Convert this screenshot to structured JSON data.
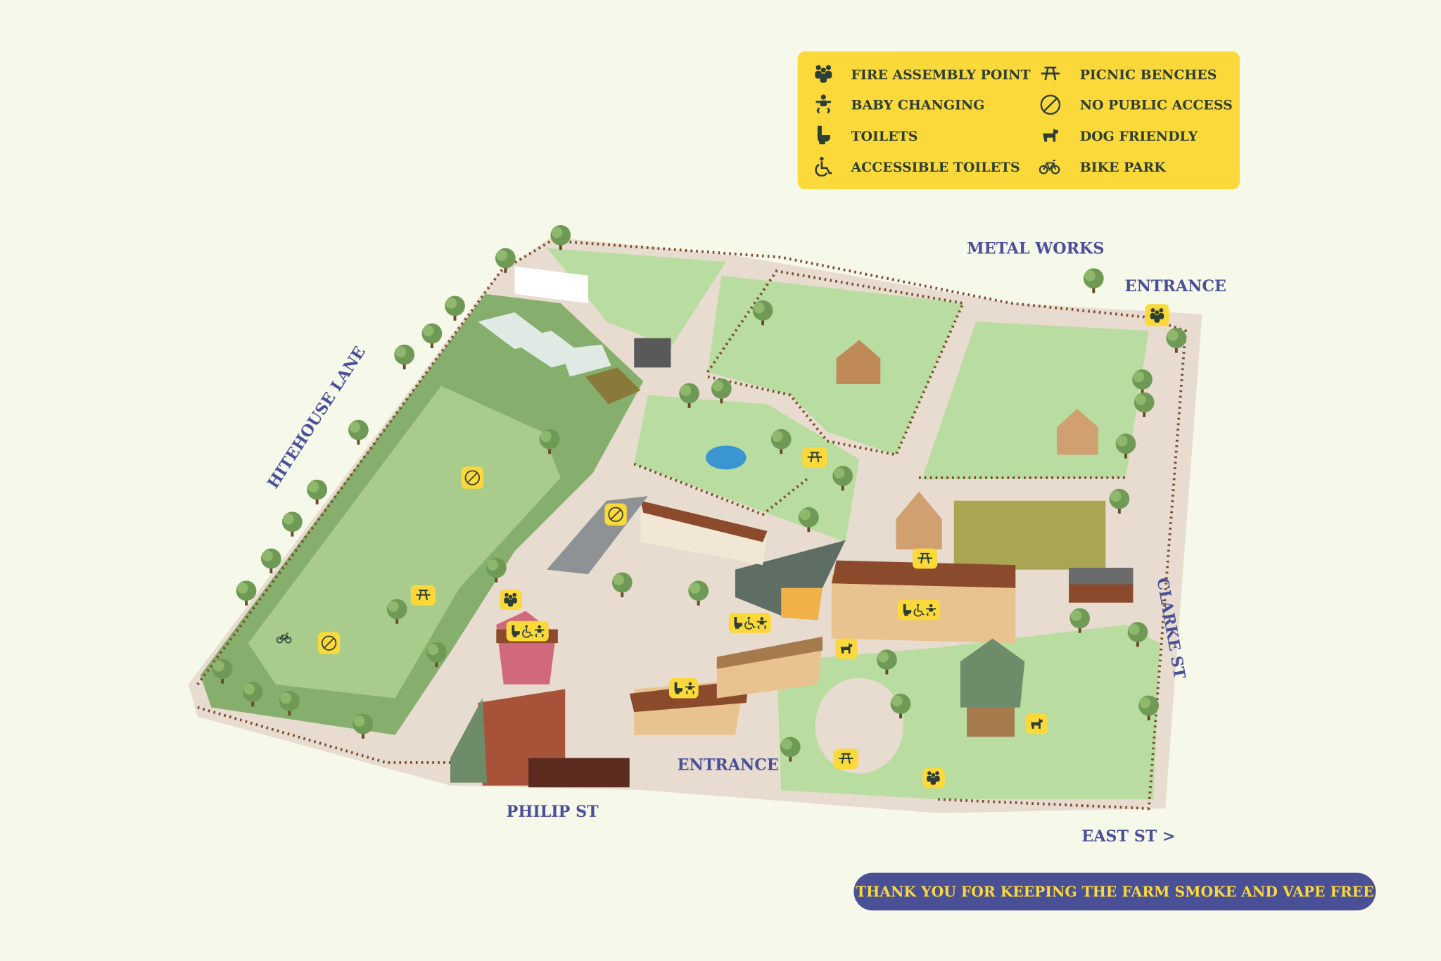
{
  "legend": {
    "items": [
      {
        "icon": "fire-assembly-icon",
        "label": "FIRE ASSEMBLY POINT"
      },
      {
        "icon": "baby-changing-icon",
        "label": "BABY CHANGING"
      },
      {
        "icon": "toilet-icon",
        "label": "TOILETS"
      },
      {
        "icon": "accessible-icon",
        "label": "ACCESSIBLE TOILETS"
      },
      {
        "icon": "picnic-bench-icon",
        "label": "PICNIC BENCHES"
      },
      {
        "icon": "no-access-icon",
        "label": "NO PUBLIC ACCESS"
      },
      {
        "icon": "dog-icon",
        "label": "DOG FRIENDLY"
      },
      {
        "icon": "bike-icon",
        "label": "BIKE PARK"
      }
    ]
  },
  "streets": {
    "metal_works": "METAL WORKS",
    "entrance_top": "ENTRANCE",
    "hitehouse_lane": "HITEHOUSE LANE",
    "clarke_st": "CLARKE ST",
    "entrance_bottom": "ENTRANCE",
    "philip_st": "PHILIP ST",
    "east_st": "EAST ST >"
  },
  "banner": {
    "text": "THANK YOU FOR KEEPING THE FARM SMOKE AND VAPE FREE"
  },
  "colors": {
    "background": "#f6f8ea",
    "legend_bg": "#fcd93a",
    "legend_text": "#2d3e33",
    "banner_bg": "#4a5096",
    "banner_text": "#fcd93a",
    "label_text": "#4a4f9a"
  }
}
